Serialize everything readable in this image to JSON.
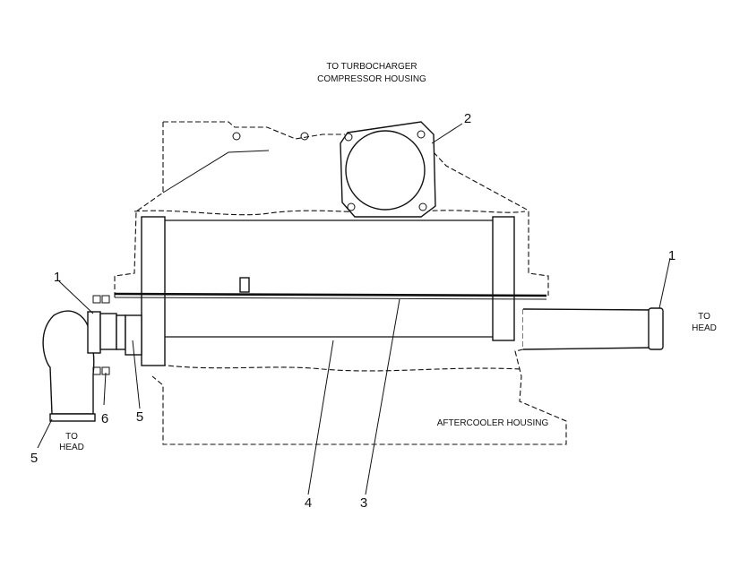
{
  "labels": {
    "turbo_line1": "TO TURBOCHARGER",
    "turbo_line2": "COMPRESSOR HOUSING",
    "aftercooler_housing": "AFTERCOOLER HOUSING",
    "to_head_right_1": "TO",
    "to_head_right_2": "HEAD",
    "to_head_left_1": "TO",
    "to_head_left_2": "HEAD"
  },
  "callouts": {
    "c1_left": "1",
    "c1_right": "1",
    "c2": "2",
    "c3": "3",
    "c4": "4",
    "c5_left": "5",
    "c5_mid": "5",
    "c6": "6"
  }
}
